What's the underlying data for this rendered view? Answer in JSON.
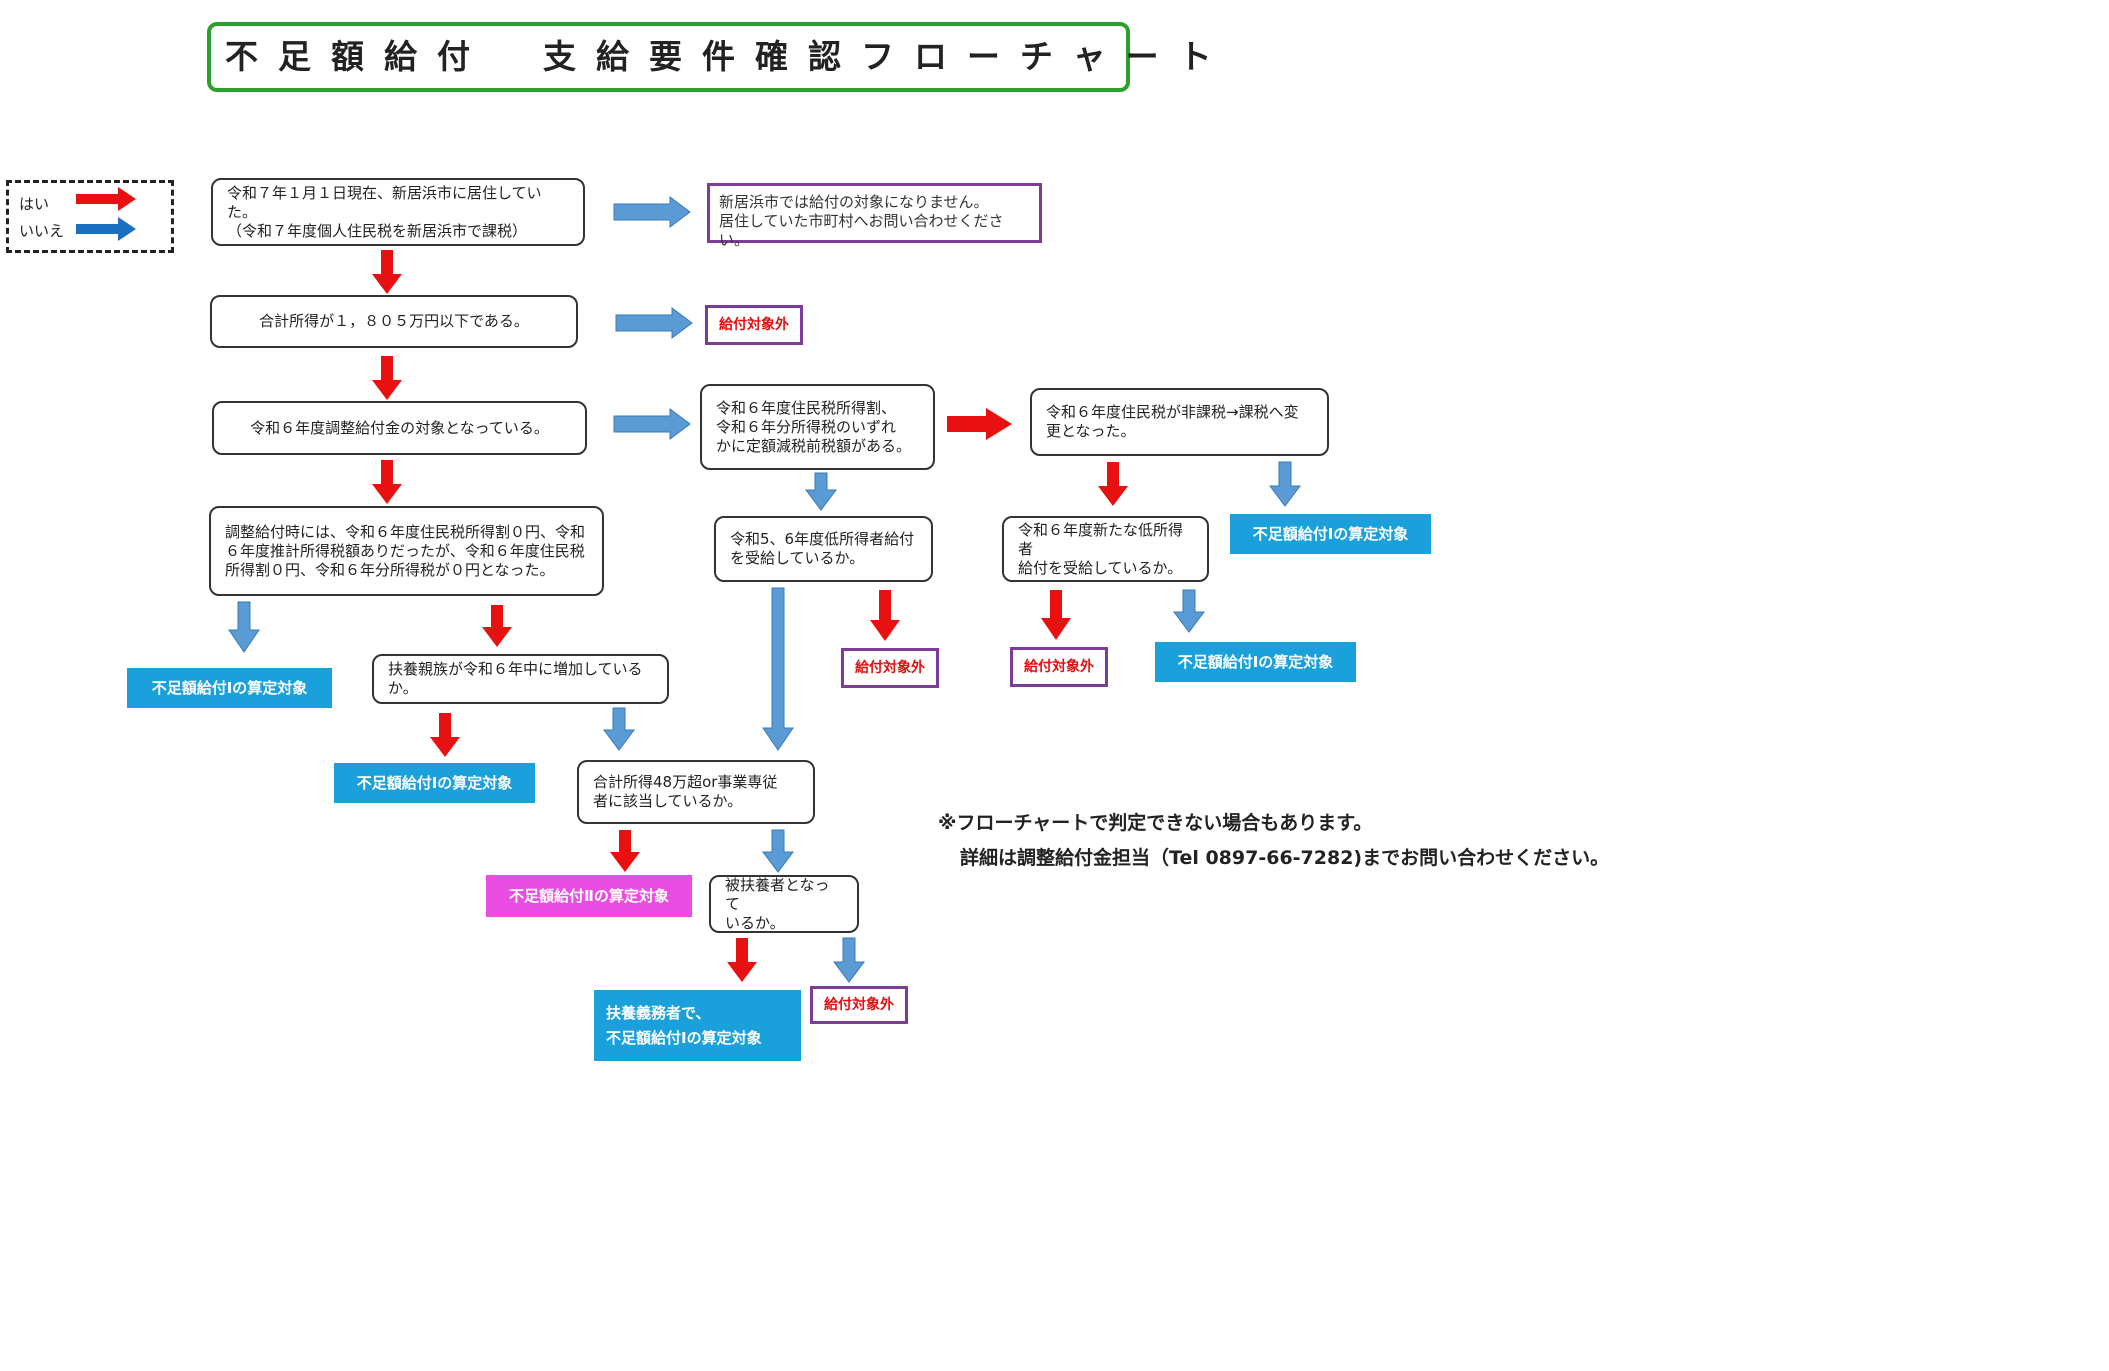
{
  "title": "不足額給付　支給要件確認フローチャート",
  "legend": {
    "yes": "はい",
    "no": "いいえ"
  },
  "colors": {
    "yes": "#e81010",
    "no": "#5b9bd5",
    "result": "#1aa0da",
    "result_alt": "#e94de3",
    "frame": "#2ca02c",
    "ineligible_border": "#7d3c98"
  },
  "questions": {
    "q1": "令和７年１月１日現在、新居浜市に居住していた。\n（令和７年度個人住民税を新居浜市で課税）",
    "q2": "合計所得が１，８０５万円以下である。",
    "q3": "令和６年度調整給付金の対象となっている。",
    "q4": "調整給付時には、令和６年度住民税所得割０円、令和\n６年度推計所得税額ありだったが、令和６年度住民税\n所得割０円、令和６年分所得税が０円となった。",
    "q5": "扶養親族が令和６年中に増加しているか。",
    "q6": "令和６年度住民税所得割、\n令和６年分所得税のいずれ\nかに定額減税前税額がある。",
    "q7": "令和5、6年度低所得者給付\nを受給しているか。",
    "q8": "令和６年度住民税が非課税→課税へ変\n更となった。",
    "q9": "令和６年度新たな低所得者\n給付を受給しているか。",
    "q10": "合計所得48万超or事業専従\n者に該当しているか。",
    "q11": "被扶養者となって\nいるか。"
  },
  "outcomes": {
    "other_city": "新居浜市では給付の対象になりません。\n居住していた市町村へお問い合わせください。",
    "ineligible": "給付対象外",
    "type1": "不足額給付Ⅰの算定対象",
    "type2": "不足額給付Ⅱの算定対象",
    "dependent_type1": "扶養義務者で、\n不足額給付Ⅰの算定対象"
  },
  "note": {
    "line1": "※フローチャートで判定できない場合もあります。",
    "line2": "詳細は調整給付金担当（Tel 0897-66-7282)までお問い合わせください。"
  }
}
